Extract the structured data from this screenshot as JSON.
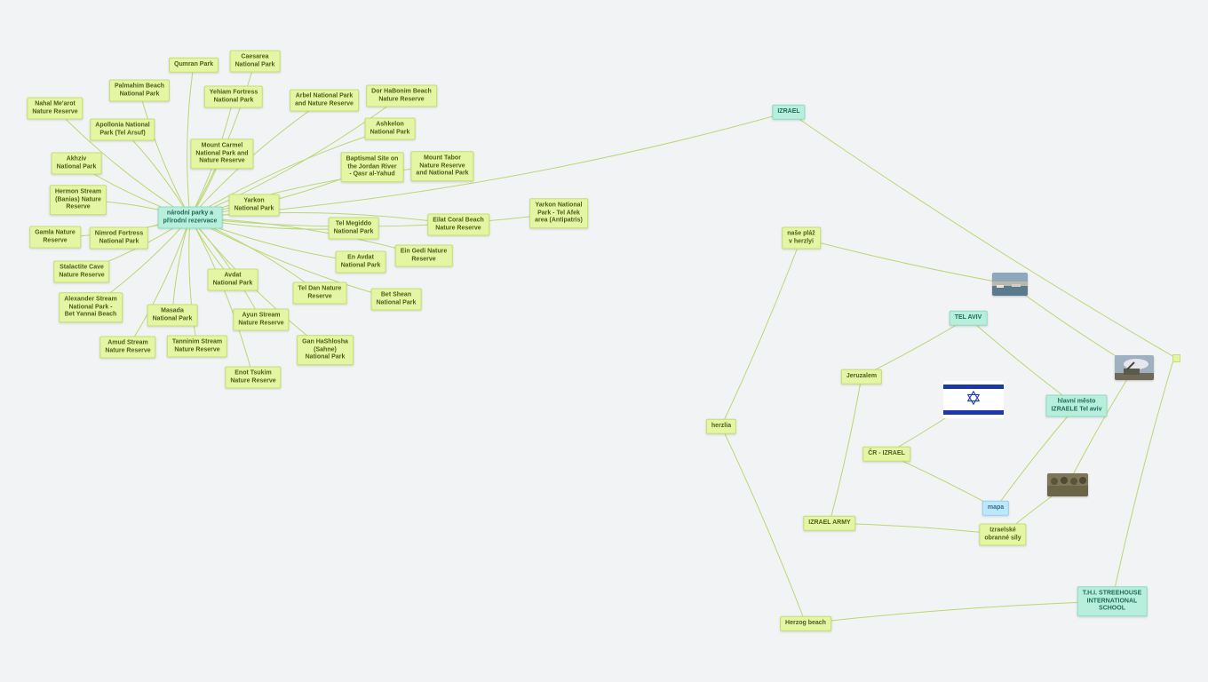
{
  "colors": {
    "node_fill": "#e4f5a3",
    "hub_fill": "#b7efdc",
    "blue_fill": "#bfe7fb",
    "edge": "#b9d873",
    "flag_blue": "#1c38a8"
  },
  "hub": {
    "label": "národní parky a\npřírodní rezervace"
  },
  "parks": [
    "Qumran Park",
    "Caesarea\nNational Park",
    "Palmahim Beach\nNational Park",
    "Yehiam Fortress\nNational Park",
    "Arbel National Park\nand Nature Reserve",
    "Dor HaBonim Beach\nNature Reserve",
    "Nahal Me'arot\nNature Reserve",
    "Apollonia National\nPark (Tel Arsuf)",
    "Ashkelon\nNational Park",
    "Mount Carmel\nNational Park and\nNature Reserve",
    "Akhziv\nNational Park",
    "Baptismal Site on\nthe Jordan River\n- Qasr al-Yahud",
    "Mount Tabor\nNature Reserve\nand National Park",
    "Hermon Stream\n(Banias) Nature\nReserve",
    "Yarkon\nNational Park",
    "Yarkon National\nPark - Tel Afek\narea (Antipatris)",
    "Eilat Coral Beach\nNature Reserve",
    "Tel Megiddo\nNational Park",
    "Gamla Nature\nReserve",
    "Nimrod Fortress\nNational Park",
    "Ein Gedi Nature\nReserve",
    "En Avdat\nNational Park",
    "Stalactite Cave\nNature Reserve",
    "Avdat\nNational Park",
    "Tel Dan Nature\nReserve",
    "Bet Shean\nNational Park",
    "Alexander Stream\nNational Park -\nBet Yannai Beach",
    "Masada\nNational Park",
    "Ayun Stream\nNature Reserve",
    "Gan HaShlosha\n(Sahne)\nNational Park",
    "Amud Stream\nNature Reserve",
    "Tanninim Stream\nNature Reserve",
    "Enot Tsukim\nNature Reserve"
  ],
  "israel": {
    "root": "IZRAEL",
    "beach_node": "naše pláž\nv herzlyi",
    "herzlia": "herzlia",
    "herzog": "Herzog beach",
    "tel_aviv": "TEL AVIV",
    "jeruzalem": "Jeruzalem",
    "hlavni_mesto": "hlavní město\nIZRAELE Tel aviv",
    "cr_izrael": "ČR - IZRAEL",
    "mapa": "mapa",
    "army": "IZRAEL ARMY",
    "obranne_sily": "Izraelské\nobranné síly",
    "school": "T.H.I. STREEHOUSE\nINTERNATIONAL\nSCHOOL"
  },
  "images": {
    "beach_photo": "harbour-photo",
    "missile_photo": "rocket-launch-photo",
    "soldiers_photo": "soldiers-photo",
    "flag": "israel-flag-icon",
    "star": "✡"
  }
}
